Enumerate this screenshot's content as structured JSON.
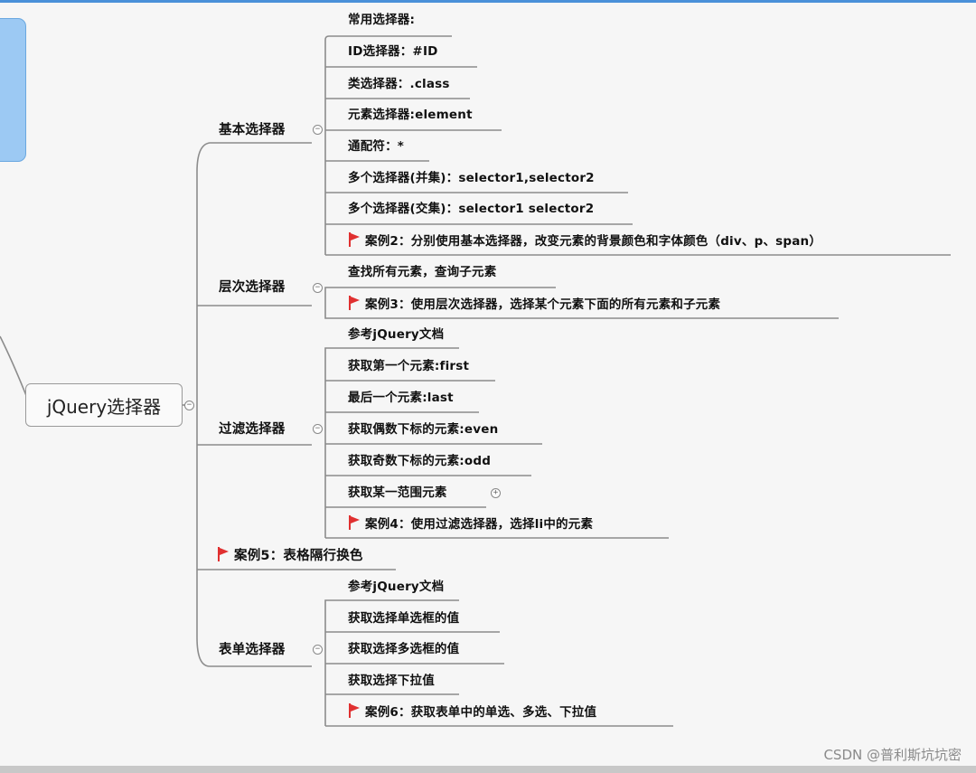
{
  "root": {
    "label": "jQuery选择器"
  },
  "branches": {
    "basic": {
      "label": "基本选择器",
      "items": [
        "常用选择器:",
        "ID选择器：#ID",
        "类选择器：.class",
        "元素选择器:element",
        "通配符：*",
        "多个选择器(并集)：selector1,selector2",
        "多个选择器(交集)：selector1 selector2",
        "案例2：分别使用基本选择器，改变元素的背景颜色和字体颜色（div、p、span）"
      ]
    },
    "hierarchy": {
      "label": "层次选择器",
      "items": [
        "查找所有元素，查询子元素",
        "案例3：使用层次选择器，选择某个元素下面的所有元素和子元素"
      ]
    },
    "filter": {
      "label": "过滤选择器",
      "items": [
        "参考jQuery文档",
        "获取第一个元素:first",
        "最后一个元素:last",
        "获取偶数下标的元素:even",
        "获取奇数下标的元素:odd",
        "获取某一范围元素",
        "案例4：使用过滤选择器，选择li中的元素"
      ]
    },
    "case5": {
      "label": "案例5：表格隔行换色"
    },
    "form": {
      "label": "表单选择器",
      "items": [
        "参考jQuery文档",
        "获取选择单选框的值",
        "获取选择多选框的值",
        "获取选择下拉值",
        "案例6：获取表单中的单选、多选、下拉值"
      ]
    }
  },
  "icons": {
    "flag": "red-flag-icon",
    "collapse": "collapse-minus-icon",
    "expand": "expand-plus-icon"
  },
  "colors": {
    "flag": "#e03030",
    "line": "#8c8c8c",
    "accent": "#4a90d9"
  },
  "watermark": "CSDN @普利斯坑坑密"
}
